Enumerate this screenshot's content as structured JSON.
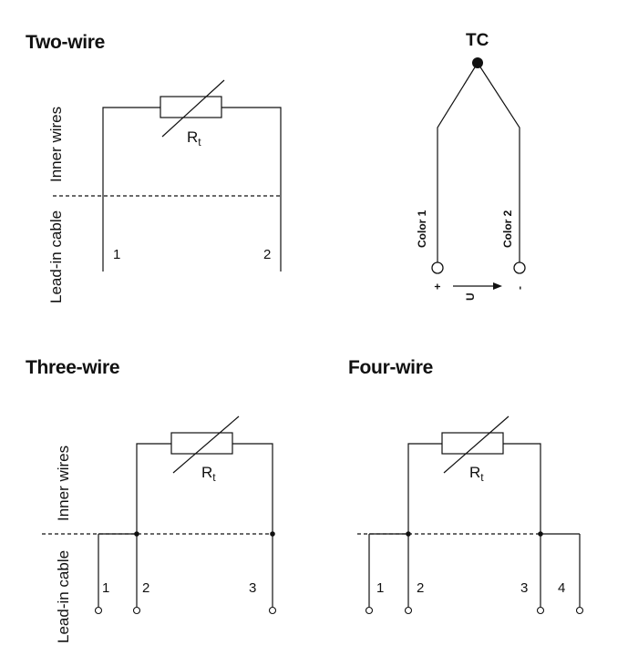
{
  "two_wire": {
    "title": "Two-wire",
    "inner_label": "Inner wires",
    "lead_label": "Lead-in cable",
    "resistor_label": "R",
    "resistor_sub": "t",
    "terminals": [
      "1",
      "2"
    ]
  },
  "three_wire": {
    "title": "Three-wire",
    "inner_label": "Inner wires",
    "lead_label": "Lead-in cable",
    "resistor_label": "R",
    "resistor_sub": "t",
    "terminals": [
      "1",
      "2",
      "3"
    ]
  },
  "four_wire": {
    "title": "Four-wire",
    "resistor_label": "R",
    "resistor_sub": "t",
    "terminals": [
      "1",
      "2",
      "3",
      "4"
    ]
  },
  "thermocouple": {
    "title": "TC",
    "color1": "Color 1",
    "color2": "Color 2",
    "plus": "+",
    "minus": "-",
    "voltage": "U"
  }
}
